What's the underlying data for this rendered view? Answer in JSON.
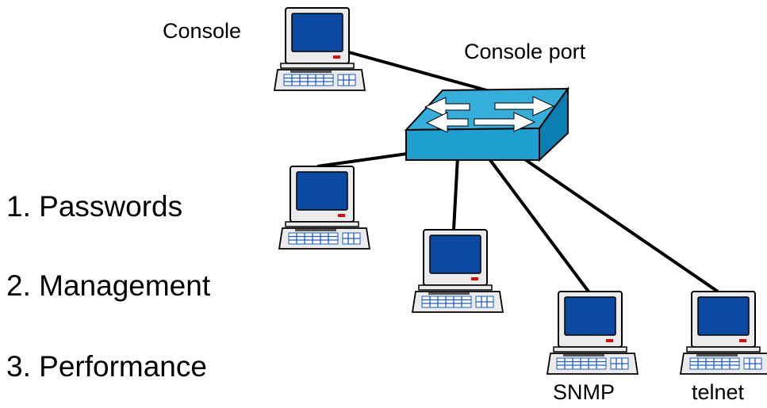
{
  "labels": {
    "console": "Console",
    "console_port": "Console port",
    "snmp": "SNMP",
    "telnet": "telnet"
  },
  "list_items": [
    "1. Passwords",
    "2. Management",
    "3. Performance"
  ],
  "colors": {
    "screen": "#0a4aa3",
    "monitor_body": "#ebebeb",
    "keyboard_keys": "#1a5bd1",
    "switch_top": "#35aedc",
    "switch_front": "#1f9fd0",
    "switch_side": "#0b7fb1",
    "cable": "#000000",
    "led": "#d01010"
  },
  "icons": {
    "computer": "computer-icon",
    "switch": "network-switch-icon"
  }
}
